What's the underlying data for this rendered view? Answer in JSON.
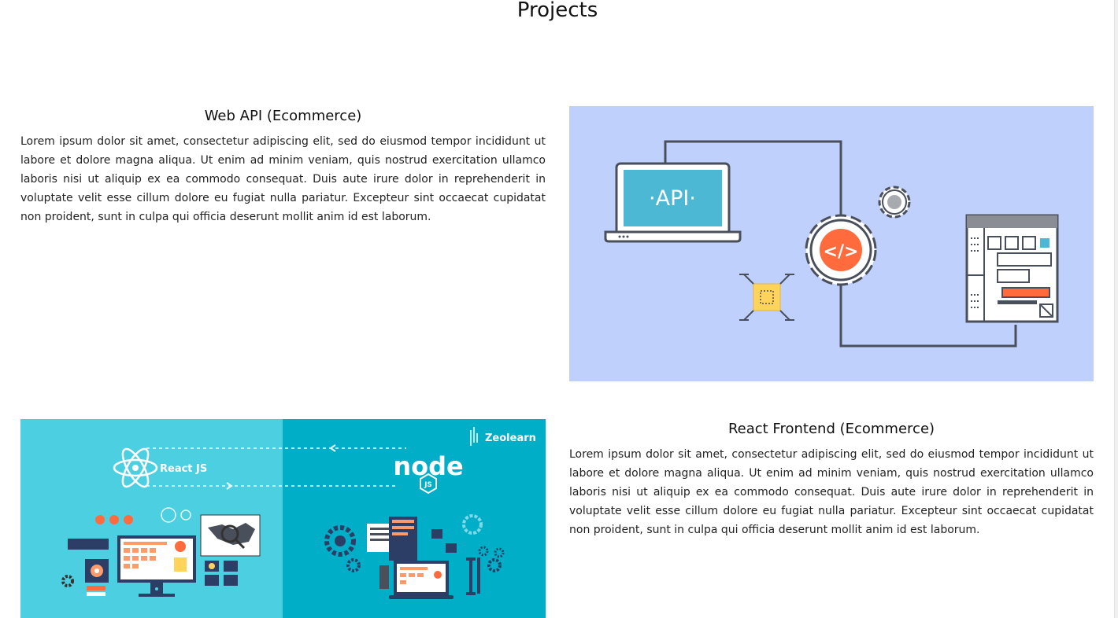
{
  "page": {
    "title": "Projects"
  },
  "projects": [
    {
      "title": "Web API (Ecommerce)",
      "description": "Lorem ipsum dolor sit amet, consectetur adipiscing elit, sed do eiusmod tempor incididunt ut labore et dolore magna aliqua. Ut enim ad minim veniam, quis nostrud exercitation ullamco laboris nisi ut aliquip ex ea commodo consequat. Duis aute irure dolor in reprehenderit in voluptate velit esse cillum dolore eu fugiat nulla pariatur. Excepteur sint occaecat cupidatat non proident, sunt in culpa qui officia deserunt mollit anim id est laborum.",
      "image": {
        "screen_text": "·API·",
        "bg_color": "#c0d0fc",
        "accent_color": "#ff6b3d",
        "screen_color": "#4cb8d4"
      }
    },
    {
      "title": "React Frontend (Ecommerce)",
      "description": "Lorem ipsum dolor sit amet, consectetur adipiscing elit, sed do eiusmod tempor incididunt ut labore et dolore magna aliqua. Ut enim ad minim veniam, quis nostrud exercitation ullamco laboris nisi ut aliquip ex ea commodo consequat. Duis aute irure dolor in reprehenderit in voluptate velit esse cillum dolore eu fugiat nulla pariatur. Excepteur sint occaecat cupidatat non proident, sunt in culpa qui officia deserunt mollit anim id est laborum.",
      "image": {
        "left_label": "React JS",
        "right_label": "node",
        "badge": "JS",
        "brand": "Zeolearn",
        "left_color": "#4dcfe2",
        "right_color": "#00aec7"
      }
    }
  ]
}
